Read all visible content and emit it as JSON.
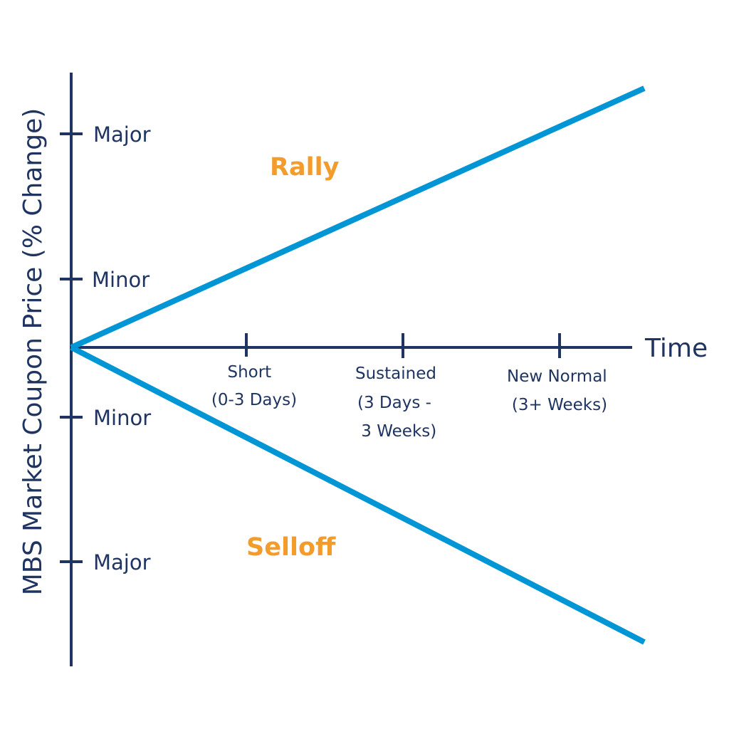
{
  "diagram": {
    "y_axis_title": "MBS Market Coupon Price (% Change)",
    "x_axis_title": "Time",
    "y_ticks": [
      "Major",
      "Minor",
      "Minor",
      "Major"
    ],
    "x_ticks": [
      {
        "lines": [
          "Short",
          "(0-3 Days)"
        ]
      },
      {
        "lines": [
          "Sustained",
          "(3 Days -",
          " 3 Weeks)"
        ]
      },
      {
        "lines": [
          "New Normal",
          "(3+ Weeks)"
        ]
      }
    ],
    "regions": {
      "rally": "Rally",
      "selloff": "Selloff"
    }
  },
  "colors": {
    "axis": "#1f3461",
    "lines": "#0096d6",
    "region_labels": "#f39c2b"
  }
}
